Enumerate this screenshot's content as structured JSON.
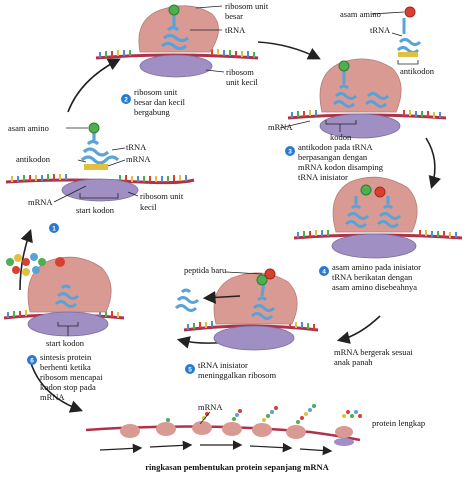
{
  "colors": {
    "ribosome_large": "#d99a94",
    "ribosome_small": "#9f8fc2",
    "mrna": "#b0324a",
    "trna": "#5aa3d6",
    "amino_green": "#4caf50",
    "amino_red": "#d8402f",
    "step_badge": "#2a7bd0",
    "arrow": "#222222"
  },
  "labels": {
    "s1_asam_amino": "asam amino",
    "s1_trna": "tRNA",
    "s1_antikodon": "antikodon",
    "s1_mrna_right": "mRNA",
    "s1_mrna_left": "mRNA",
    "s1_start_kodon": "start kodon",
    "s1_ribosom_kecil_1": "ribosom unit",
    "s1_ribosom_kecil_2": "kecil",
    "top_ribosom_besar_1": "ribosom unit",
    "top_ribosom_besar_2": "besar",
    "top_trna": "tRNA",
    "top_ribosom_kecil_1": "ribosom",
    "top_ribosom_kecil_2": "unit kecil",
    "r_asam_amino": "asam amino",
    "r_trna": "tRNA",
    "r_antikodon": "antikodon",
    "r_mrna": "mRNA",
    "r_kodon": "kodon",
    "s5_peptida_baru": "peptida baru",
    "s6_start_kodon": "start kodon",
    "bottom_mrna": "mRNA",
    "bottom_protein": "protein lengkap"
  },
  "steps": [
    {
      "number": "1",
      "lines": []
    },
    {
      "number": "2",
      "lines": [
        "ribosom unit",
        "besar dan kecil",
        "bergabung"
      ]
    },
    {
      "number": "3",
      "lines": [
        "antikodon pada tRNA",
        "berpasangan dengan",
        "mRNA kodon disamping",
        "tRNA inisiator"
      ]
    },
    {
      "number": "4",
      "lines": [
        "asam amino pada inisiator",
        "tRNA berikatan dengan",
        "asam amino disebeahnya"
      ]
    },
    {
      "number": "5",
      "lines": [
        "tRNA inisiator",
        "meninggalkan ribosom"
      ]
    },
    {
      "number": "6",
      "lines": [
        "sintesis protein",
        "berhenti ketika",
        "ribosom mencapai",
        "kodon stop pada",
        "mRNA"
      ]
    }
  ],
  "arrow_text": [
    "mRNA bergerak sesuai",
    "anak panah"
  ],
  "caption": "ringkasan pembentukan protein sepanjang mRNA"
}
